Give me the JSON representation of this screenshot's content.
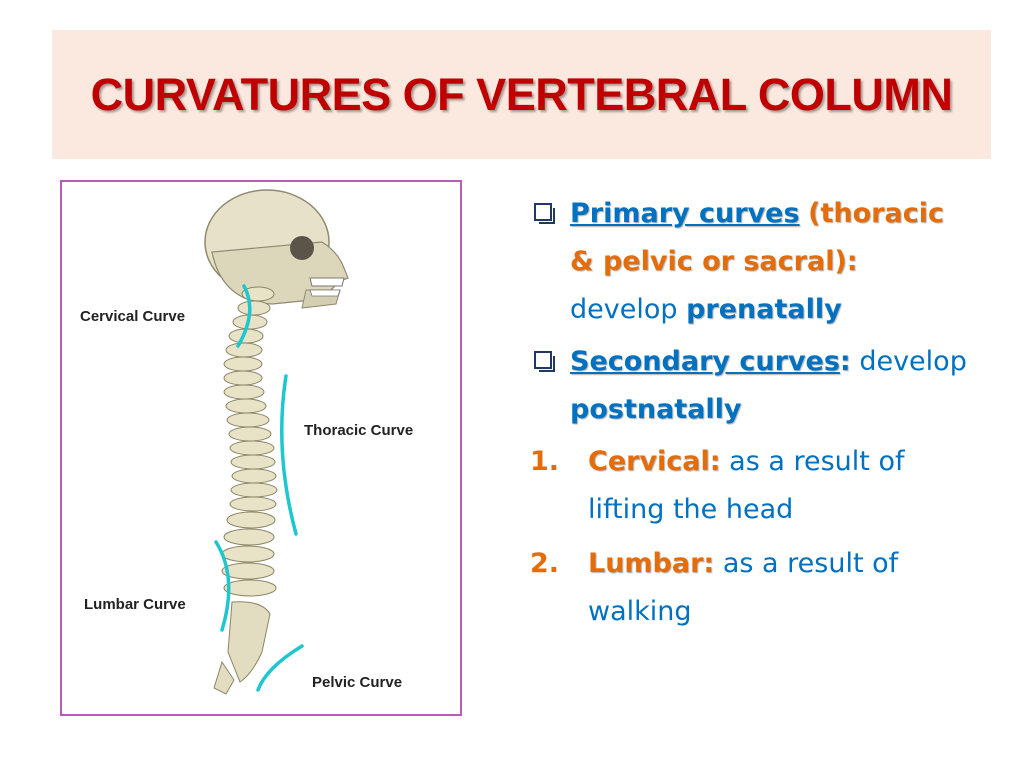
{
  "slide": {
    "title": "CURVATURES OF VERTEBRAL COLUMN"
  },
  "figure": {
    "labels": {
      "cervical": "Cervical Curve",
      "thoracic": "Thoracic Curve",
      "lumbar": "Lumbar Curve",
      "pelvic": "Pelvic Curve"
    },
    "border_color": "#b75bb7",
    "curve_color": "#1ec6d0"
  },
  "content": {
    "bullet1": {
      "heading": "Primary curves",
      "detail": "(thoracic & pelvic or sacral):",
      "text": "develop",
      "emphasis": "prenatally"
    },
    "bullet2": {
      "heading": "Secondary curves",
      "colon": ":",
      "text": "develop",
      "emphasis": "postnatally"
    },
    "numbered": [
      {
        "number": "1.",
        "term": "Cervical:",
        "text": "as a result of lifting the head"
      },
      {
        "number": "2.",
        "term": "Lumbar:",
        "text": "as a result of walking"
      }
    ]
  },
  "colors": {
    "title": "#c00000",
    "title_bg": "#fbe8de",
    "blue_text": "#0070c0",
    "orange_text": "#e46c0a"
  }
}
